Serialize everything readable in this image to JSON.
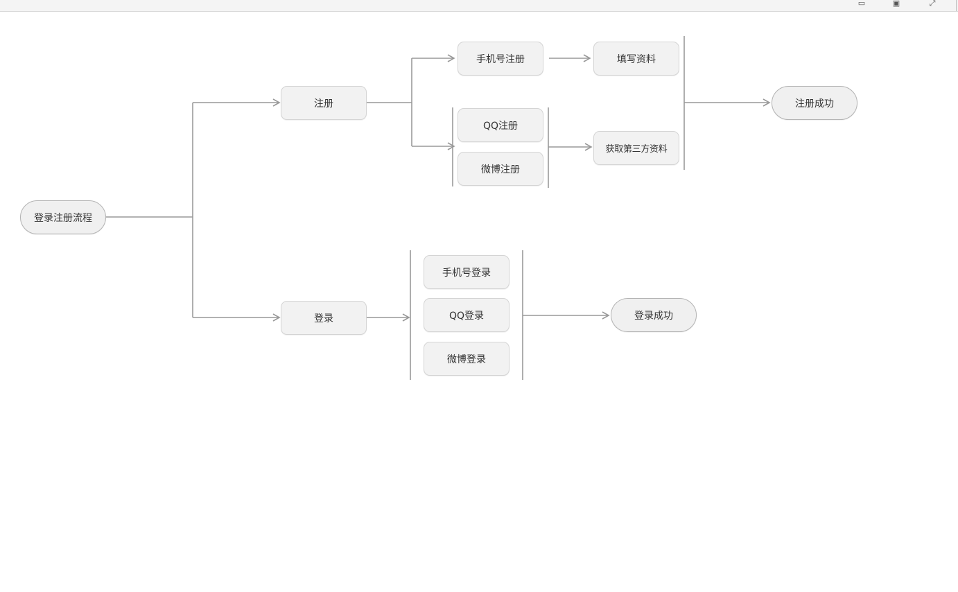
{
  "colors": {
    "line": "#999999",
    "node_bg": "#f2f2f2",
    "node_border": "#d4d4d4",
    "text": "#333333"
  },
  "toolbar": {
    "icons": [
      "page-icon",
      "image-icon",
      "expand-icon"
    ]
  },
  "diagram": {
    "root": "登录注册流程",
    "register": {
      "label": "注册",
      "phone": "手机号注册",
      "fill_info": "填写资料",
      "qq": "QQ注册",
      "weibo": "微博注册",
      "third_party": "获取第三方资料",
      "success": "注册成功"
    },
    "login": {
      "label": "登录",
      "phone": "手机号登录",
      "qq": "QQ登录",
      "weibo": "微博登录",
      "success": "登录成功"
    }
  }
}
